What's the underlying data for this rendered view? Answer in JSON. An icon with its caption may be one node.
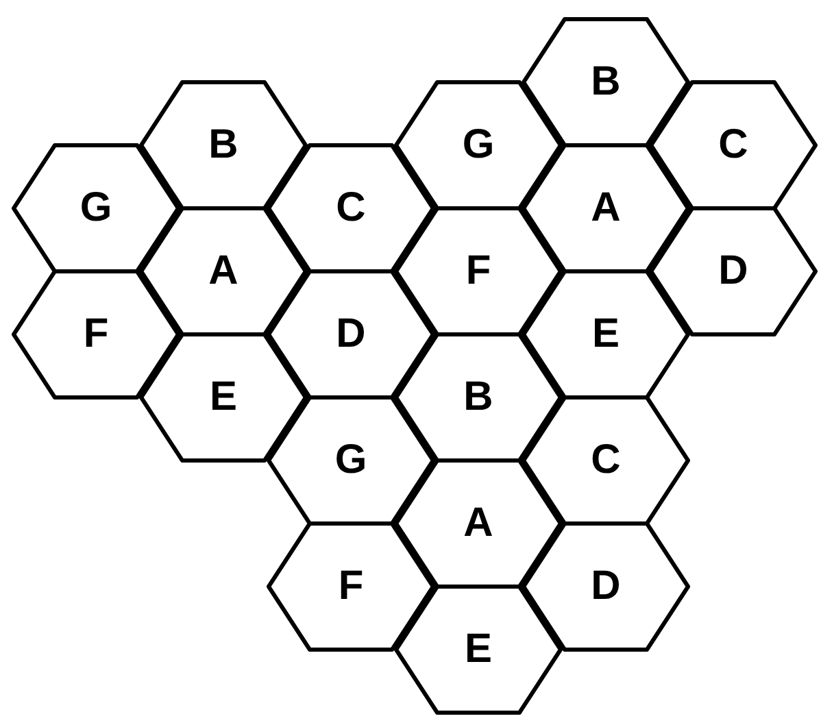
{
  "diagram": {
    "nodes": [
      {
        "text": [
          "B"
        ]
      },
      {
        "text": [
          "B"
        ]
      },
      {
        "text": [
          "G"
        ]
      },
      {
        "text": [
          "C"
        ]
      },
      {
        "text": [
          "G"
        ]
      },
      {
        "text": [
          "C"
        ]
      },
      {
        "text": [
          "A"
        ]
      },
      {
        "text": [
          "A"
        ]
      },
      {
        "text": [
          "F"
        ]
      },
      {
        "text": [
          "D"
        ]
      },
      {
        "text": [
          "F"
        ]
      },
      {
        "text": [
          "D"
        ]
      },
      {
        "text": [
          "E"
        ]
      },
      {
        "text": [
          "E"
        ]
      },
      {
        "text": [
          "B"
        ]
      },
      {
        "text": [
          "G"
        ]
      },
      {
        "text": [
          "C"
        ]
      },
      {
        "text": [
          "A"
        ]
      },
      {
        "text": [
          "F"
        ]
      },
      {
        "text": [
          "D"
        ]
      },
      {
        "text": [
          "E"
        ]
      }
    ]
  }
}
